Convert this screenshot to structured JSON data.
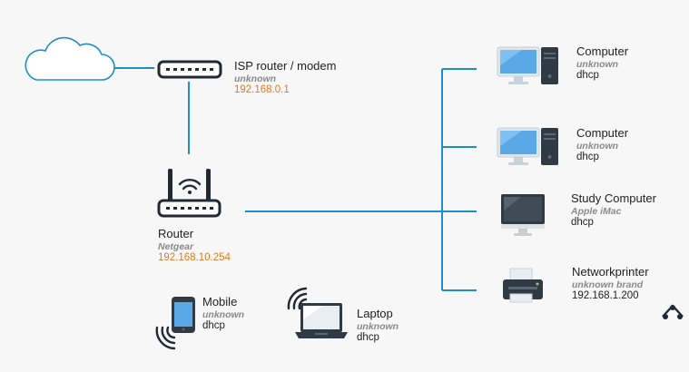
{
  "colors": {
    "background": "#f7f7f7",
    "link": "#1b8fc6",
    "ip_text": "#e07a1f",
    "device_dark": "#2f3a45",
    "screen_blue": "#5aa9e6"
  },
  "nodes": {
    "cloud": {
      "icon": "cloud-icon"
    },
    "isp": {
      "name": "ISP router / modem",
      "brand": "unknown",
      "address": "192.168.0.1",
      "icon": "modem-icon"
    },
    "router": {
      "name": "Router",
      "brand": "Netgear",
      "address": "192.168.10.254",
      "icon": "wifi-router-icon"
    },
    "computer1": {
      "name": "Computer",
      "brand": "unknown",
      "address": "dhcp",
      "icon": "desktop-computer-icon"
    },
    "computer2": {
      "name": "Computer",
      "brand": "unknown",
      "address": "dhcp",
      "icon": "desktop-computer-icon"
    },
    "study": {
      "name": "Study Computer",
      "brand": "Apple iMac",
      "address": "dhcp",
      "icon": "imac-icon"
    },
    "printer": {
      "name": "Networkprinter",
      "brand": "unknown brand",
      "address": "192.168.1.200",
      "icon": "printer-icon"
    },
    "mobile": {
      "name": "Mobile",
      "brand": "unknown",
      "address": "dhcp",
      "icon": "smartphone-icon"
    },
    "laptop": {
      "name": "Laptop",
      "brand": "unknown",
      "address": "dhcp",
      "icon": "laptop-icon"
    }
  },
  "logo": {
    "icon": "brand-logo-icon"
  }
}
